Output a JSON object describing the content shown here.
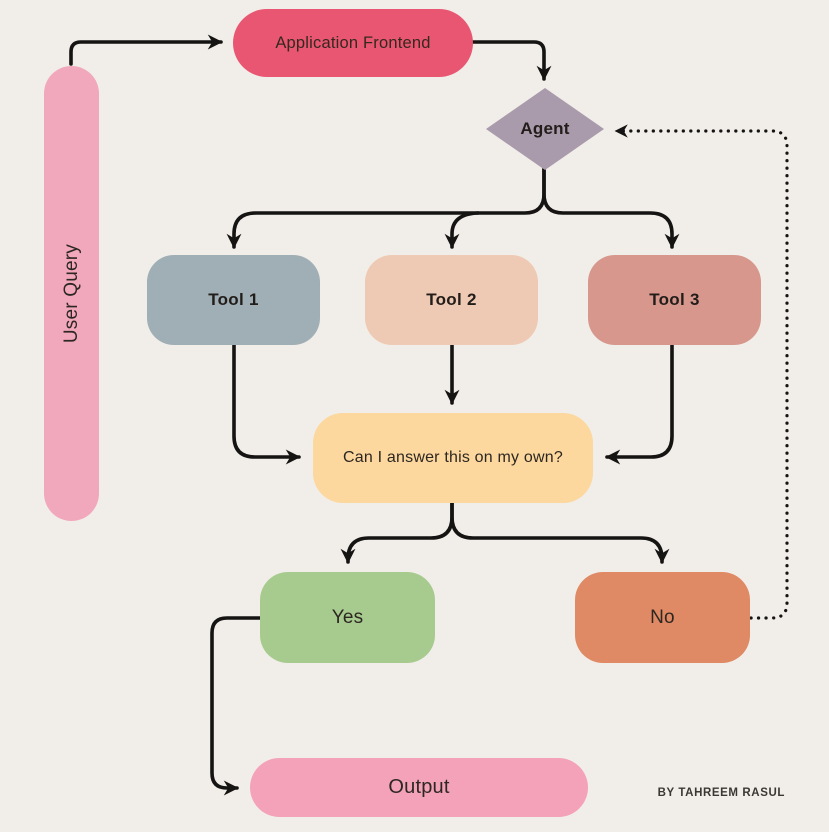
{
  "colors": {
    "background": "#f1eee9",
    "connector": "#151413",
    "text": "#2d2722"
  },
  "diagram": {
    "nodes": [
      {
        "id": "user-query",
        "label": "User Query",
        "shape": "vertical-pill",
        "color": "#f2a8bc"
      },
      {
        "id": "app-frontend",
        "label": "Application Frontend",
        "shape": "pill",
        "color": "#e85671"
      },
      {
        "id": "agent",
        "label": "Agent",
        "shape": "diamond",
        "color": "#a99aac"
      },
      {
        "id": "tool-1",
        "label": "Tool 1",
        "shape": "rounded-rect",
        "color": "#9fafb5"
      },
      {
        "id": "tool-2",
        "label": "Tool 2",
        "shape": "rounded-rect",
        "color": "#eec9b3"
      },
      {
        "id": "tool-3",
        "label": "Tool 3",
        "shape": "rounded-rect",
        "color": "#d8978d"
      },
      {
        "id": "question",
        "label": "Can I answer this on my own?",
        "shape": "rounded-rect",
        "color": "#fcd79e"
      },
      {
        "id": "yes",
        "label": "Yes",
        "shape": "rounded-rect",
        "color": "#a7cb8f"
      },
      {
        "id": "no",
        "label": "No",
        "shape": "rounded-rect",
        "color": "#e08a65"
      },
      {
        "id": "output",
        "label": "Output",
        "shape": "pill",
        "color": "#f3a2b9"
      }
    ],
    "edges": [
      {
        "from": "user-query",
        "to": "app-frontend",
        "style": "solid"
      },
      {
        "from": "app-frontend",
        "to": "agent",
        "style": "solid"
      },
      {
        "from": "agent",
        "to": "tool-1",
        "style": "solid"
      },
      {
        "from": "agent",
        "to": "tool-2",
        "style": "solid"
      },
      {
        "from": "agent",
        "to": "tool-3",
        "style": "solid"
      },
      {
        "from": "tool-1",
        "to": "question",
        "style": "solid"
      },
      {
        "from": "tool-2",
        "to": "question",
        "style": "solid"
      },
      {
        "from": "tool-3",
        "to": "question",
        "style": "solid"
      },
      {
        "from": "question",
        "to": "yes",
        "style": "solid"
      },
      {
        "from": "question",
        "to": "no",
        "style": "solid"
      },
      {
        "from": "yes",
        "to": "output",
        "style": "solid"
      },
      {
        "from": "no",
        "to": "agent",
        "style": "dotted"
      }
    ]
  },
  "footer": {
    "credit": "BY TAHREEM RASUL"
  }
}
